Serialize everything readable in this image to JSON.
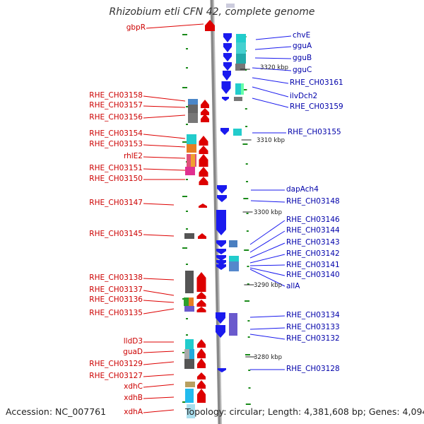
{
  "title": "Rhizobium etli CFN 42, complete genome",
  "footer": {
    "accession": "Accession: NC_007761",
    "summary": "Topology: circular; Length: 4,381,608 bp; Genes: 4,094"
  },
  "colors": {
    "forward_strand": "#dd0000",
    "reverse_strand": "#1a1aee",
    "left_labels": "#cc0000",
    "right_labels": "#0000aa",
    "axis": "#888888",
    "ticks": "#1a8a1a"
  },
  "left_genes": [
    {
      "label": "gbpR"
    },
    {
      "label": "RHE_CH03158"
    },
    {
      "label": "RHE_CH03157"
    },
    {
      "label": "RHE_CH03156"
    },
    {
      "label": "RHE_CH03154"
    },
    {
      "label": "RHE_CH03153"
    },
    {
      "label": "rhlE2"
    },
    {
      "label": "RHE_CH03151"
    },
    {
      "label": "RHE_CH03150"
    },
    {
      "label": "RHE_CH03147"
    },
    {
      "label": "RHE_CH03145"
    },
    {
      "label": "RHE_CH03138"
    },
    {
      "label": "RHE_CH03137"
    },
    {
      "label": "RHE_CH03136"
    },
    {
      "label": "RHE_CH03135"
    },
    {
      "label": "lldD3"
    },
    {
      "label": "guaD"
    },
    {
      "label": "RHE_CH03129"
    },
    {
      "label": "RHE_CH03127"
    },
    {
      "label": "xdhC"
    },
    {
      "label": "xdhB"
    },
    {
      "label": "xdhA"
    }
  ],
  "right_genes": [
    {
      "label": "chvE"
    },
    {
      "label": "gguA"
    },
    {
      "label": "gguB"
    },
    {
      "label": "gguC"
    },
    {
      "label": "RHE_CH03161"
    },
    {
      "label": "ilvDch2"
    },
    {
      "label": "RHE_CH03159"
    },
    {
      "label": "RHE_CH03155"
    },
    {
      "label": "dapAch4"
    },
    {
      "label": "RHE_CH03148"
    },
    {
      "label": "RHE_CH03146"
    },
    {
      "label": "RHE_CH03144"
    },
    {
      "label": "RHE_CH03143"
    },
    {
      "label": "RHE_CH03142"
    },
    {
      "label": "RHE_CH03141"
    },
    {
      "label": "RHE_CH03140"
    },
    {
      "label": "allA"
    },
    {
      "label": "RHE_CH03134"
    },
    {
      "label": "RHE_CH03133"
    },
    {
      "label": "RHE_CH03132"
    },
    {
      "label": "RHE_CH03128"
    }
  ],
  "scale_labels": [
    "3320 kbp",
    "3310 kbp",
    "3300 kbp",
    "3290 kbp",
    "3280 kbp"
  ]
}
